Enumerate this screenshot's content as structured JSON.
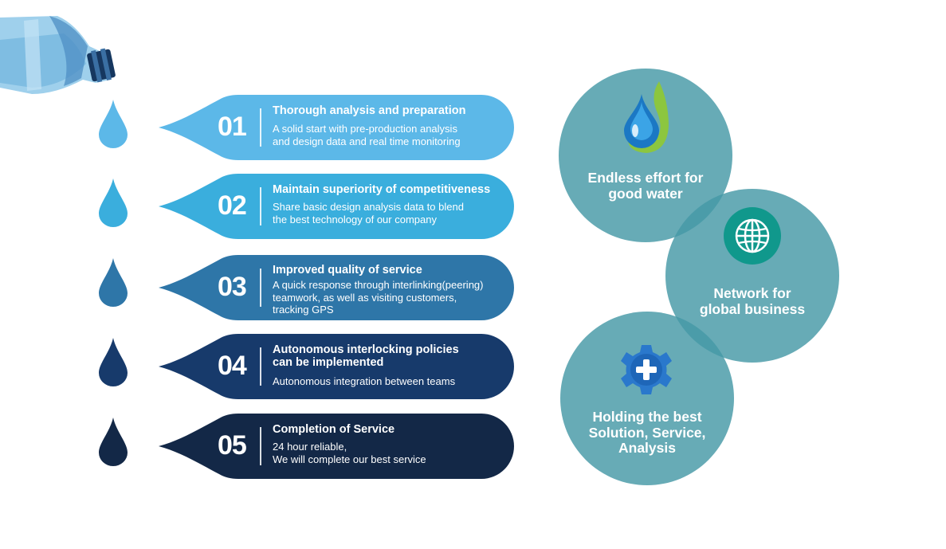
{
  "colors": {
    "step1": "#5cb8e8",
    "step2": "#3aaedd",
    "step3": "#2e76a8",
    "step4": "#173a6b",
    "step5": "#132847",
    "circle": "#4698a6"
  },
  "steps": [
    {
      "number": "01",
      "title": "Thorough analysis and preparation",
      "description": "A solid start with pre-production analysis\nand design data and real time monitoring"
    },
    {
      "number": "02",
      "title": "Maintain superiority of competitiveness",
      "description": "Share basic design analysis data to blend\nthe best technology of our company"
    },
    {
      "number": "03",
      "title": "Improved quality of service",
      "description": "A quick response through interlinking(peering)\nteamwork, as well as visiting customers,\ntracking GPS"
    },
    {
      "number": "04",
      "title": "Autonomous interlocking policies\ncan be implemented",
      "description": "Autonomous integration between teams"
    },
    {
      "number": "05",
      "title": "Completion of Service",
      "description": "24 hour reliable,\nWe will complete our best service"
    }
  ],
  "circles": [
    {
      "label": "Endless effort for\ngood water",
      "icon": "water-drop-leaf-icon"
    },
    {
      "label": "Network for\nglobal business",
      "icon": "globe-icon"
    },
    {
      "label": "Holding the best\nSolution, Service,\nAnalysis",
      "icon": "gear-plus-icon"
    }
  ]
}
